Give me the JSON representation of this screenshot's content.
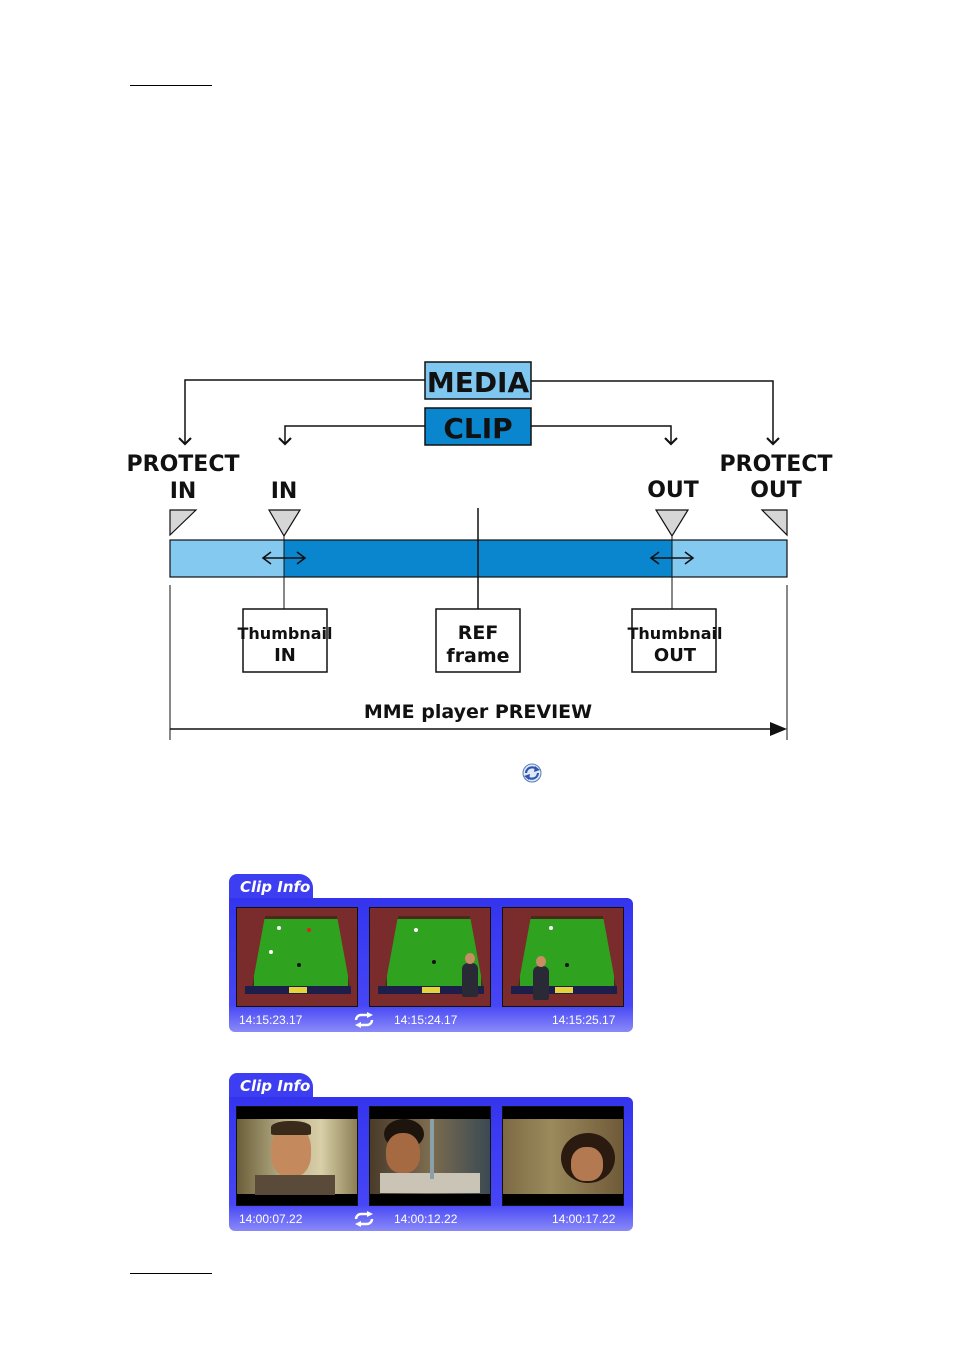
{
  "diagram": {
    "media_label": "MEDIA",
    "clip_label": "CLIP",
    "protect_in": [
      "PROTECT",
      "IN"
    ],
    "in_label": "IN",
    "out_label": "OUT",
    "protect_out": [
      "PROTECT",
      "OUT"
    ],
    "thumbnail_in": [
      "Thumbnail",
      "IN"
    ],
    "ref_frame": [
      "REF",
      "frame"
    ],
    "thumbnail_out": [
      "Thumbnail",
      "OUT"
    ],
    "preview_label": "MME player PREVIEW",
    "colors": {
      "media": "#7fc7f0",
      "clip": "#0a86cf",
      "bar_light": "#84caf0",
      "bar_dark": "#0a86cf",
      "triangle": "#d6d6d6"
    }
  },
  "inline_icon": "loop-icon",
  "panels": [
    {
      "tab_label": "Clip Info",
      "kind": "snooker",
      "timecodes": [
        "14:15:23.17",
        "14:15:24.17",
        "14:15:25.17"
      ]
    },
    {
      "tab_label": "Clip Info",
      "kind": "film",
      "timecodes": [
        "14:00:07.22",
        "14:00:12.22",
        "14:00:17.22"
      ]
    }
  ]
}
